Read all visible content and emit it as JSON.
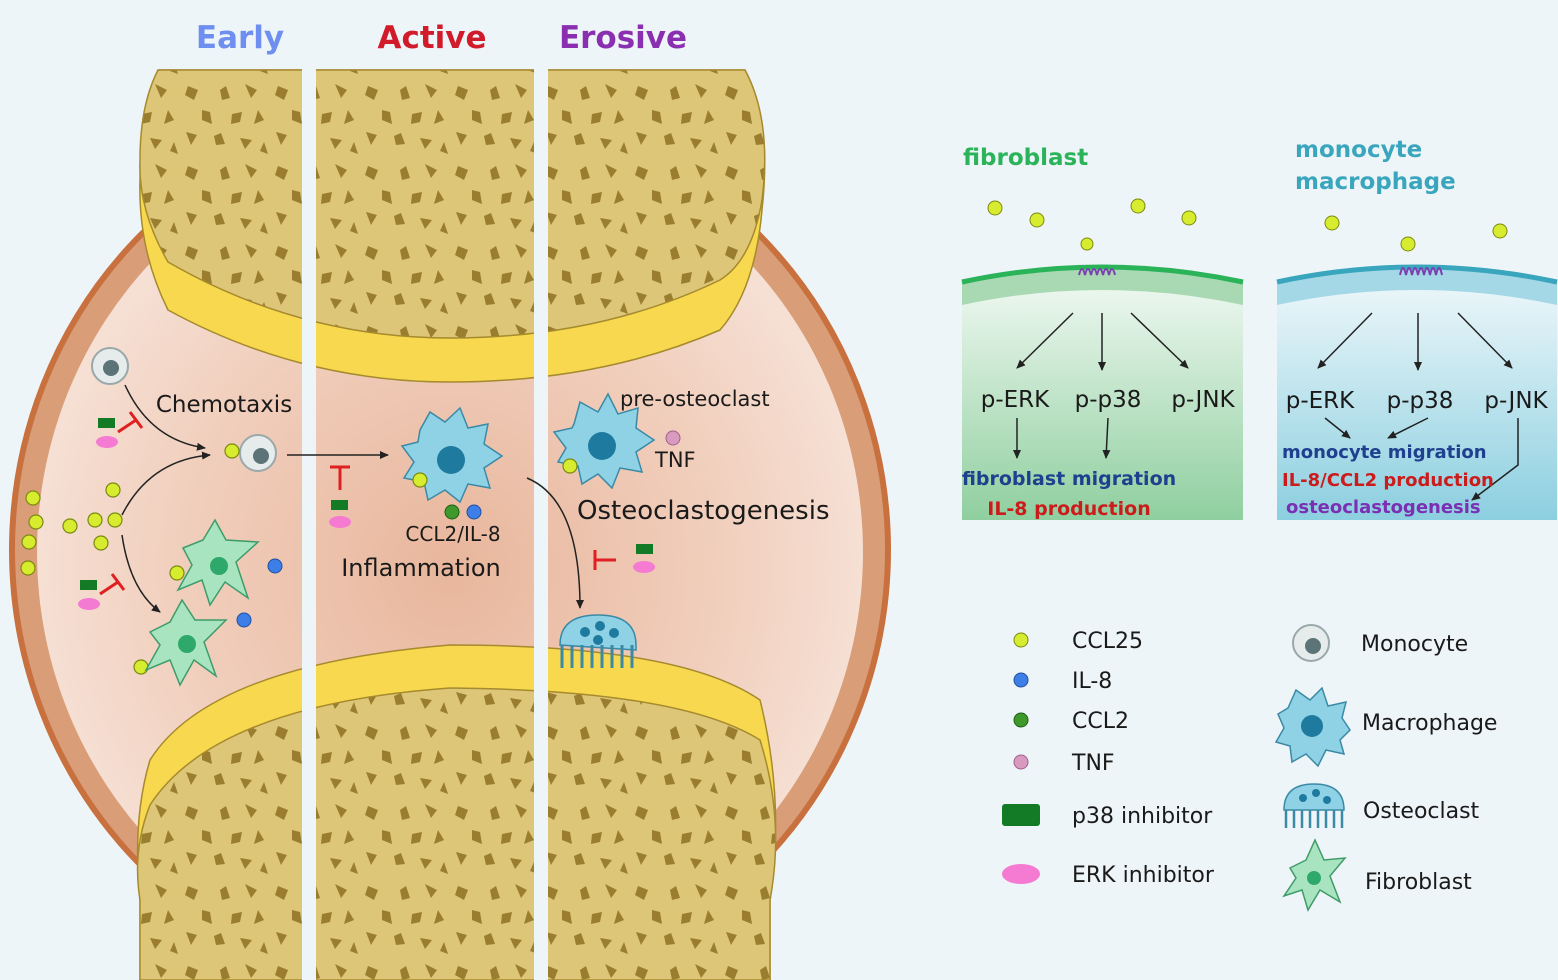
{
  "phases": {
    "early": "Early",
    "active": "Active",
    "erosive": "Erosive"
  },
  "joint": {
    "chemotaxis": "Chemotaxis",
    "ccl2_il8": "CCL2/IL-8",
    "inflammation": "Inflammation",
    "pre_osteoclast": "pre-osteoclast",
    "tnf": "TNF",
    "osteoclastogenesis": "Osteoclastogenesis"
  },
  "fibroblast_panel": {
    "title": "fibroblast",
    "kinases": [
      "p-ERK",
      "p-p38",
      "p-JNK"
    ],
    "outcome_1": "fibroblast migration",
    "outcome_2": "IL-8 production"
  },
  "monocyte_panel": {
    "title_line1": "monocyte",
    "title_line2": "macrophage",
    "kinases": [
      "p-ERK",
      "p-p38",
      "p-JNK"
    ],
    "outcome_1": "monocyte migration",
    "outcome_2": "IL-8/CCL2 production",
    "outcome_3": "osteoclastogenesis"
  },
  "legend": {
    "molecules": [
      "CCL25",
      "IL-8",
      "CCL2",
      "TNF",
      "p38 inhibitor",
      "ERK inhibitor"
    ],
    "cells": [
      "Monocyte",
      "Macrophage",
      "Osteoclast",
      "Fibroblast"
    ]
  },
  "colors": {
    "early": "#6f8ff0",
    "active": "#d11a2a",
    "erosive": "#8a2fb0",
    "fibroblast_title": "#2bb35a",
    "monocyte_title": "#3aa6bd",
    "ccl25": "#d7ec2e",
    "il8": "#3d7fe6",
    "ccl2": "#3d9a2a",
    "tnf": "#d99ac0",
    "p38_inhibitor": "#137a25",
    "erk_inhibitor": "#f57ad2",
    "outcome_blue": "#1f3f8f",
    "outcome_red": "#cc1b1b",
    "outcome_purple": "#7b2fb3"
  }
}
